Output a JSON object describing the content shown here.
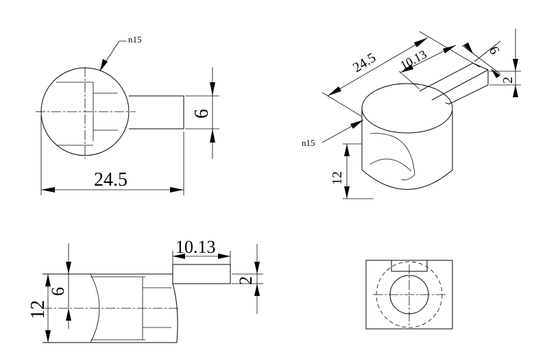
{
  "drawing": {
    "front": {
      "radius_label": "n15",
      "height": "6",
      "length": "24.5"
    },
    "iso": {
      "length": "24.5",
      "tab": "10.13",
      "width": "6",
      "thick": "2",
      "height": "12",
      "radius_label": "n15"
    },
    "side": {
      "tab": "10.13",
      "thick": "2",
      "inner": "6",
      "height": "12"
    }
  }
}
